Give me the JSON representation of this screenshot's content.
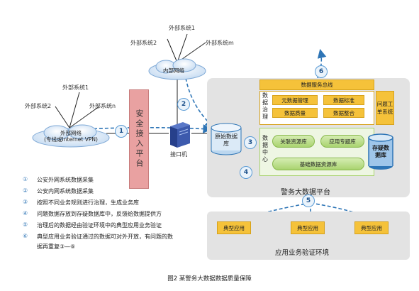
{
  "external": {
    "top_group": [
      "外部系统1",
      "外部系统2",
      "外部系统m"
    ],
    "left_group": [
      "外部系统1",
      "外部系统2",
      "外部系统n"
    ]
  },
  "networks": {
    "internal": "内部网络",
    "external_line1": "外部网络",
    "external_line2": "(专线或Internet VPN)"
  },
  "security_platform": "安全接入平台",
  "interface_machine": "接口机",
  "raw_db": "原始数据库",
  "platform": {
    "title": "警务大数据平台",
    "service_bus": "数据服务总线",
    "governance_label": "数据治理",
    "governance_items": [
      "元数据管理",
      "数据标准",
      "数据质量",
      "数据整合"
    ],
    "ticket_system": "问题工单系统",
    "data_center_label": "数据中心",
    "data_center_items": [
      "关联资源库",
      "应用专题库",
      "基础数据资源库"
    ],
    "doubt_db": "存疑数据库"
  },
  "app_env": {
    "title": "应用业务验证环境",
    "apps": [
      "典型应用",
      "典型应用",
      "典型应用"
    ]
  },
  "steps": [
    "1",
    "2",
    "3",
    "4",
    "5",
    "6"
  ],
  "legend": [
    {
      "num": "①",
      "text": "公安外网系统数据采集"
    },
    {
      "num": "②",
      "text": "公安内网系统数据采集"
    },
    {
      "num": "③",
      "text": "按照不同业务规则进行治理，生成业务库"
    },
    {
      "num": "④",
      "text": "问题数据存放到存疑数据库中，反馈给数据提供方"
    },
    {
      "num": "⑤",
      "text": "治理后的数据经由验证环境中的典型应用业务验证"
    },
    {
      "num": "⑥",
      "text": "典型应用业务验证通过的数据可对外开放，有问题的数"
    },
    {
      "num": "",
      "text": "据再重复③—⑥"
    }
  ],
  "caption": "图2  某警务大数据数据质量保障",
  "colors": {
    "accent_blue": "#2e75b6",
    "platform_bg": "#e3e3e3",
    "yellow": "#f5c23a",
    "green": "#a9d36f",
    "security_pink": "#e9a1a1"
  }
}
